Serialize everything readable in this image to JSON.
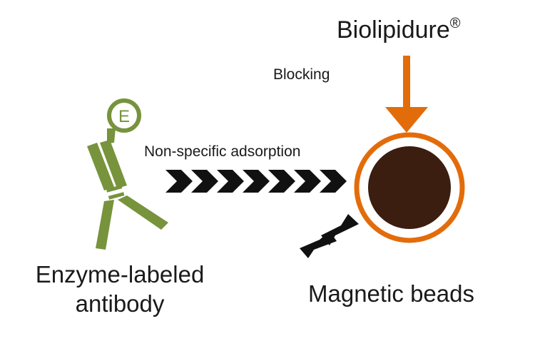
{
  "labels": {
    "brand": "Biolipidure",
    "brand_mark": "®",
    "blocking": "Blocking",
    "nonspecific": "Non-specific adsorption",
    "antibody_line1": "Enzyme-labeled",
    "antibody_line2": "antibody",
    "beads": "Magnetic beads",
    "enzyme_letter": "E"
  },
  "colors": {
    "antibody": "#77933c",
    "coating": "#e36c0a",
    "bead": "#3b1e10",
    "chevrons": "#111111",
    "text": "#1a1a1a"
  }
}
